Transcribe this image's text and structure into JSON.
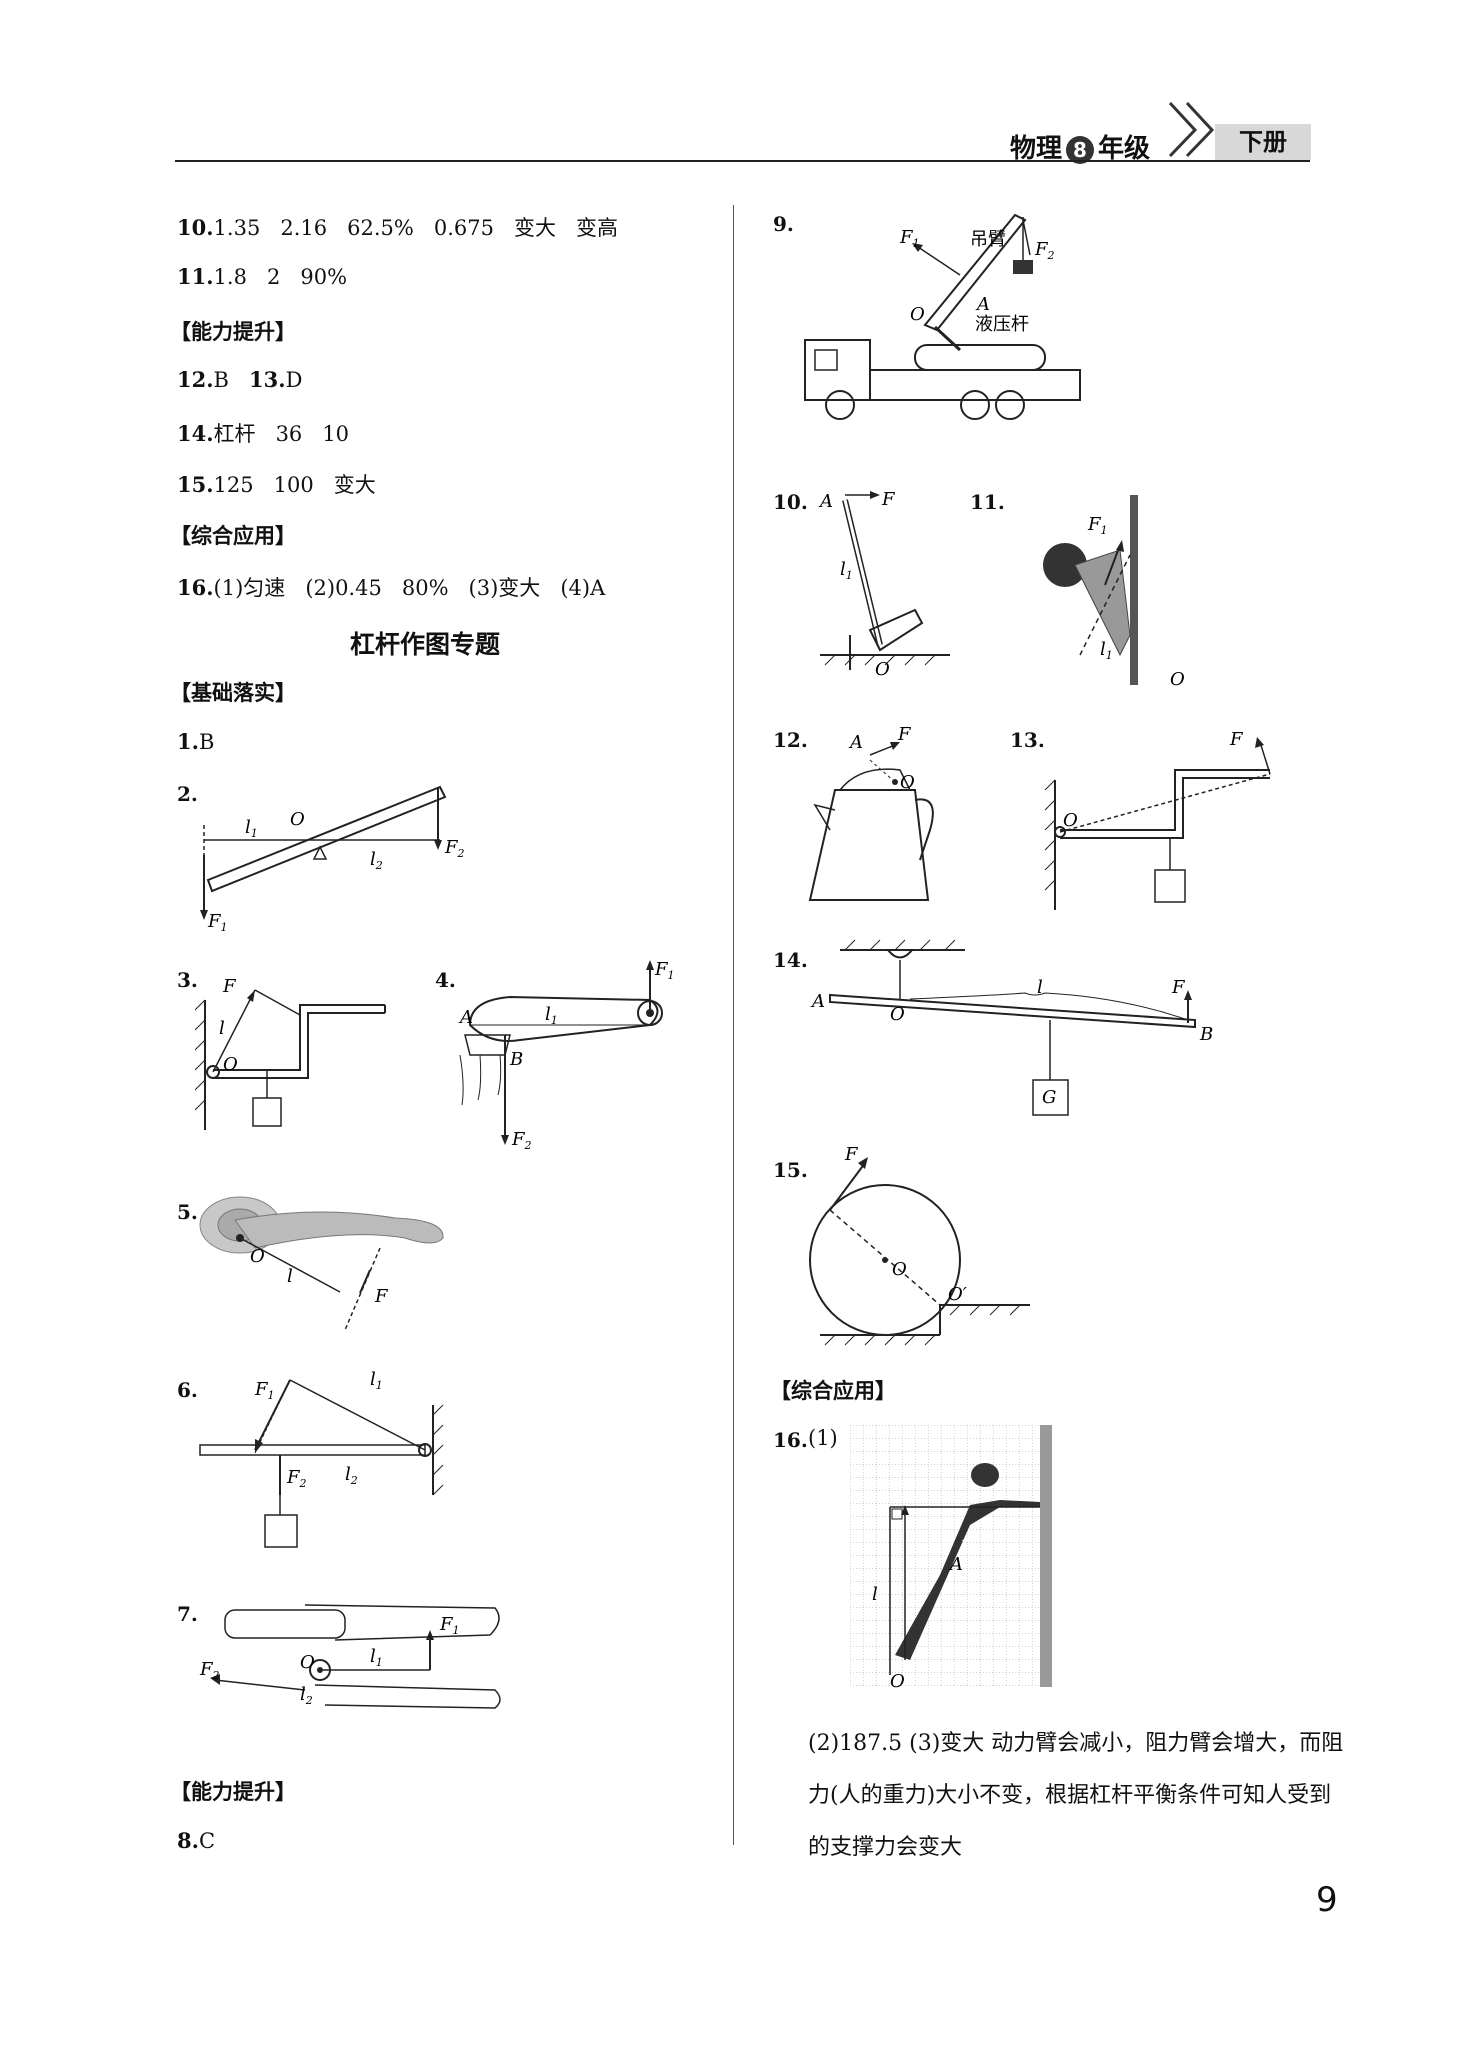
{
  "header": {
    "subject_before": "物理",
    "grade_number": "8",
    "subject_after": "年级",
    "volume": "下册"
  },
  "left": {
    "lines": [
      {
        "num": "10.",
        "text": "1.35   2.16   62.5%   0.675   变大   变高"
      },
      {
        "num": "11.",
        "text": "1.8   2   90%"
      }
    ],
    "section_ability": "【能力提升】",
    "ability_lines": [
      {
        "num": "12.",
        "text": "B   ",
        "num2": "13.",
        "text2": "D"
      },
      {
        "num": "14.",
        "text": "杠杆   36   10"
      },
      {
        "num": "15.",
        "text": "125   100   变大"
      }
    ],
    "section_comprehensive": "【综合应用】",
    "q16": {
      "num": "16.",
      "text": "(1)匀速   (2)0.45   80%   (3)变大   (4)A"
    },
    "topic_title": "杠杆作图专题",
    "section_basic": "【基础落实】",
    "q1": {
      "num": "1.",
      "text": "B"
    },
    "q8_section": "【能力提升】",
    "q8": {
      "num": "8.",
      "text": "C"
    }
  },
  "right": {
    "section_comprehensive": "【综合应用】",
    "q16_part1": "(1)",
    "q16_answer": "(2)187.5   (3)变大   动力臂会减小，阻力臂会增大，而阻力(人的重力)大小不变，根据杠杆平衡条件可知人受到的支撑力会变大"
  },
  "figure_labels": {
    "crane_arm": "吊臂",
    "hydraulic_rod": "液压杆",
    "weight": "G"
  },
  "question_numbers": [
    "2.",
    "3.",
    "4.",
    "5.",
    "6.",
    "7.",
    "9.",
    "10.",
    "11.",
    "12.",
    "13.",
    "14.",
    "15.",
    "16."
  ],
  "page_number": "9"
}
